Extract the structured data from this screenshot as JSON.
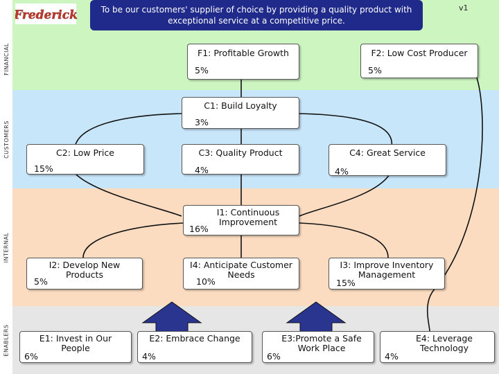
{
  "header": {
    "logo_text": "Frederick",
    "mission": "To be our customers' supplier of choice by providing a quality product with exceptional service at a competitive price.",
    "version": "v1"
  },
  "perspectives": [
    {
      "label": "FINANCIAL",
      "color": "#ccf5c0"
    },
    {
      "label": "CUSTOMERS",
      "color": "#c8e6fa"
    },
    {
      "label": "INTERNAL",
      "color": "#fcdcc0"
    },
    {
      "label": "ENABLERS",
      "color": "#e6e6e6"
    }
  ],
  "objectives": {
    "f1": {
      "title": "F1: Profitable Growth",
      "pct": "5%"
    },
    "f2": {
      "title": "F2: Low Cost Producer",
      "pct": "5%"
    },
    "c1": {
      "title": "C1: Build Loyalty",
      "pct": "3%"
    },
    "c2": {
      "title": "C2: Low Price",
      "pct": "15%"
    },
    "c3": {
      "title": "C3: Quality Product",
      "pct": "4%"
    },
    "c4": {
      "title": "C4: Great Service",
      "pct": "4%"
    },
    "i1": {
      "title": "I1: Continuous Improvement",
      "pct": "16%"
    },
    "i2": {
      "title": "I2: Develop New Products",
      "pct": "5%"
    },
    "i4": {
      "title": "I4: Anticipate Customer Needs",
      "pct": "10%"
    },
    "i3": {
      "title": "I3: Improve Inventory Management",
      "pct": "15%"
    },
    "e1": {
      "title": "E1: Invest in Our People",
      "pct": "6%"
    },
    "e2": {
      "title": "E2: Embrace Change",
      "pct": "4%"
    },
    "e3": {
      "title": "E3:Promote a Safe Work Place",
      "pct": "6%"
    },
    "e4": {
      "title": "E4: Leverage Technology",
      "pct": "4%"
    }
  },
  "colors": {
    "mission_bg": "#1f2a8a",
    "arrow": "#2a3590",
    "logo": "#c0392b"
  }
}
